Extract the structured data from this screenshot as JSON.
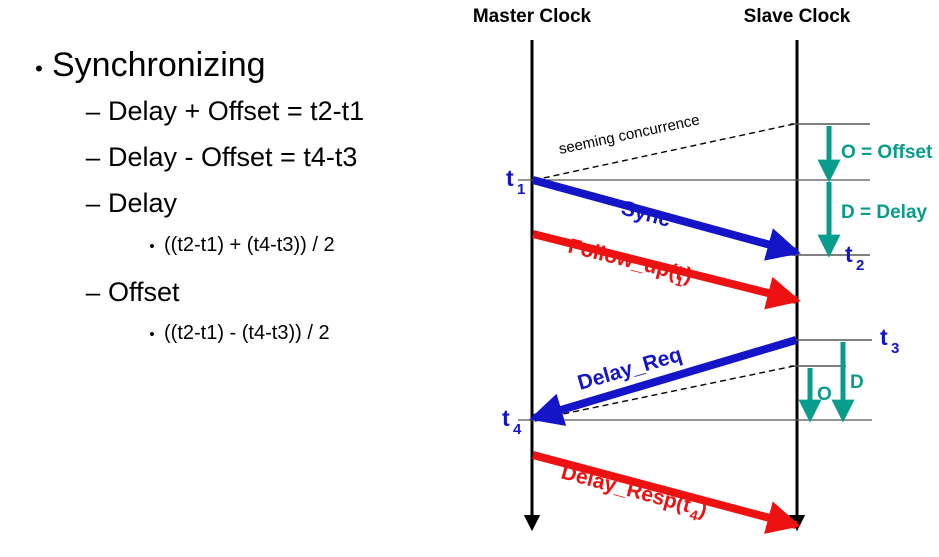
{
  "slide": {
    "title_bullet": "Synchronizing",
    "bullets": [
      {
        "level": 1,
        "marker": "•",
        "text": "Synchronizing"
      },
      {
        "level": 2,
        "marker": "–",
        "text": "Delay + Offset = t2-t1"
      },
      {
        "level": 2,
        "marker": "–",
        "text": "Delay - Offset = t4-t3"
      },
      {
        "level": 2,
        "marker": "–",
        "text": "Delay"
      },
      {
        "level": 3,
        "marker": "•",
        "text": "((t2-t1) + (t4-t3)) / 2"
      },
      {
        "level": 2,
        "marker": "–",
        "text": "Offset"
      },
      {
        "level": 3,
        "marker": "•",
        "text": "((t2-t1) - (t4-t3)) / 2"
      }
    ]
  },
  "diagram": {
    "type": "sequence",
    "lifelines": [
      {
        "id": "master",
        "label": "Master Clock"
      },
      {
        "id": "slave",
        "label": "Slave Clock"
      }
    ],
    "annotation_note": "seeming concurrence",
    "timestamps": [
      {
        "id": "t1",
        "base": "t",
        "sub": "1",
        "side": "master"
      },
      {
        "id": "t2",
        "base": "t",
        "sub": "2",
        "side": "slave"
      },
      {
        "id": "t3",
        "base": "t",
        "sub": "3",
        "side": "slave"
      },
      {
        "id": "t4",
        "base": "t",
        "sub": "4",
        "side": "master"
      }
    ],
    "messages": [
      {
        "id": "sync",
        "label": "Sync",
        "sub": "",
        "color": "blue",
        "from": "master",
        "to": "slave"
      },
      {
        "id": "follow_up",
        "label": "Follow_up(t",
        "sub": "1",
        "suffix": ")",
        "color": "red",
        "from": "master",
        "to": "slave"
      },
      {
        "id": "delay_req",
        "label": "Delay_Req",
        "sub": "",
        "color": "blue",
        "from": "slave",
        "to": "master"
      },
      {
        "id": "delay_resp",
        "label": "Delay_Resp(t",
        "sub": "4",
        "suffix": ")",
        "color": "red",
        "from": "master",
        "to": "slave"
      }
    ],
    "measures": [
      {
        "id": "offset_top",
        "label": "O = Offset"
      },
      {
        "id": "delay_top",
        "label": "D = Delay"
      },
      {
        "id": "offset_bot",
        "label": "O"
      },
      {
        "id": "delay_bot",
        "label": "D"
      }
    ],
    "colors": {
      "blue": "#1414c8",
      "red": "#ee1111",
      "teal": "#089c8c",
      "lifeline": "#000000",
      "tick": "#555555"
    }
  }
}
